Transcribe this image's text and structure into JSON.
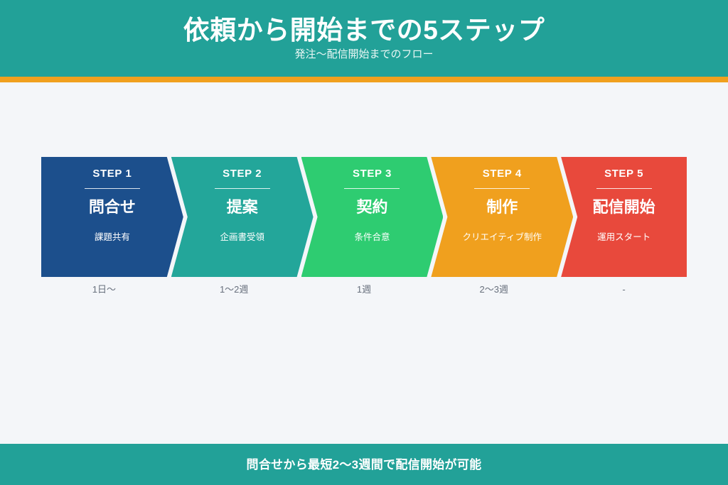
{
  "header": {
    "title": "依頼から開始までの5ステップ",
    "subtitle": "発注〜配信開始までのフロー",
    "background_color": "#22a198",
    "accent_bar_color": "#f0a01e"
  },
  "canvas": {
    "background_color": "#f4f6f9"
  },
  "steps": [
    {
      "label": "STEP 1",
      "title": "問合せ",
      "desc": "課題共有",
      "duration": "1日〜",
      "color": "#1c4f8c"
    },
    {
      "label": "STEP 2",
      "title": "提案",
      "desc": "企画書受領",
      "duration": "1〜2週",
      "color": "#23a69a"
    },
    {
      "label": "STEP 3",
      "title": "契約",
      "desc": "条件合意",
      "duration": "1週",
      "color": "#2ecc71"
    },
    {
      "label": "STEP 4",
      "title": "制作",
      "desc": "クリエイティブ制作",
      "duration": "2〜3週",
      "color": "#f0a01e"
    },
    {
      "label": "STEP 5",
      "title": "配信開始",
      "desc": "運用スタート",
      "duration": "-",
      "color": "#e8493c"
    }
  ],
  "footer": {
    "text": "問合せから最短2〜3週間で配信開始が可能",
    "background_color": "#22a198"
  }
}
